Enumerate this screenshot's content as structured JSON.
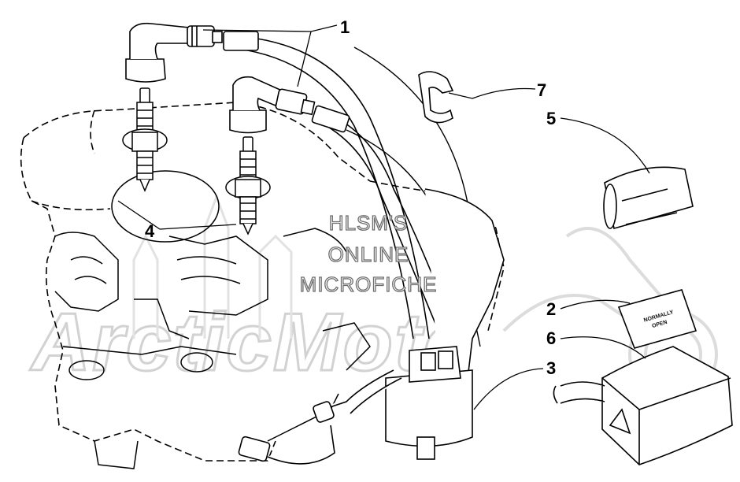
{
  "diagram": {
    "callouts": [
      "1",
      "7",
      "5",
      "4",
      "2",
      "6",
      "3"
    ]
  },
  "watermark": {
    "lines": [
      "HLSM'S",
      "ONLINE",
      "MICROFICHE"
    ],
    "brand": "ArcticMoto"
  },
  "sticker": {
    "lines": [
      "NORMALLY",
      "OPEN"
    ]
  }
}
